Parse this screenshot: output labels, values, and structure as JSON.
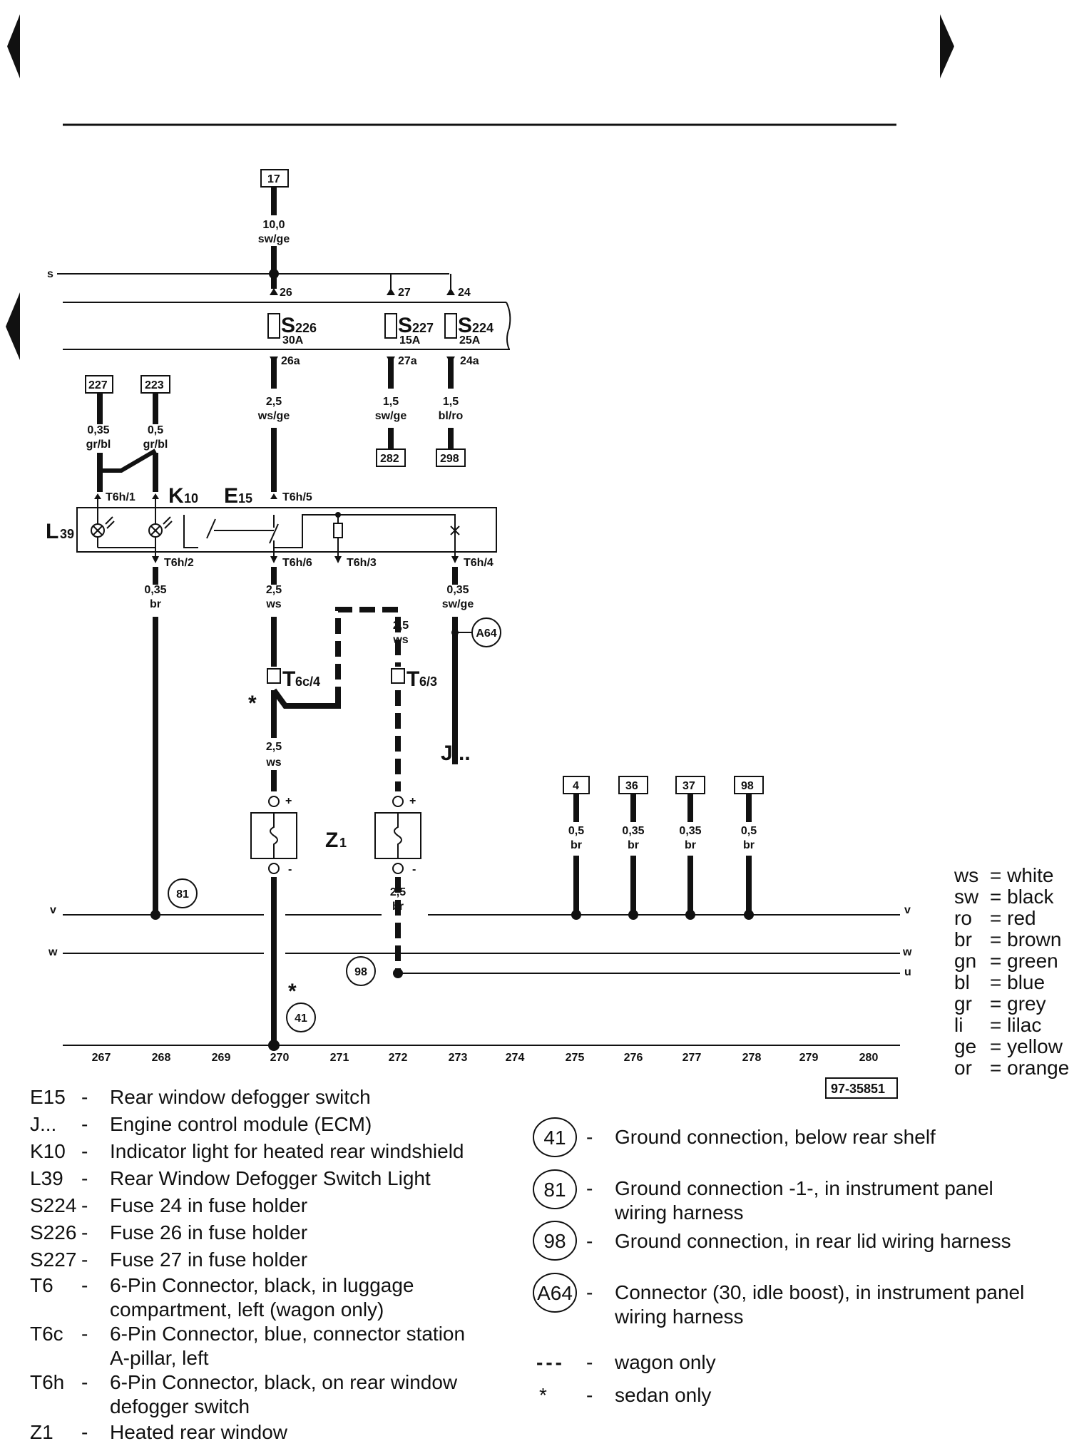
{
  "diagram_id": "97-35851",
  "bus_labels": {
    "s": "s",
    "v": "v",
    "w": "w",
    "u": "u"
  },
  "fuses": [
    {
      "id": "S",
      "sub": "226",
      "rating": "30A",
      "in": "26",
      "out": "26a"
    },
    {
      "id": "S",
      "sub": "227",
      "rating": "15A",
      "in": "27",
      "out": "27a"
    },
    {
      "id": "S",
      "sub": "224",
      "rating": "25A",
      "in": "24",
      "out": "24a"
    }
  ],
  "ref_boxes": {
    "top": "17",
    "left1": "227",
    "left2": "223",
    "bottom1": "282",
    "bottom2": "298",
    "r1": "4",
    "r2": "36",
    "r3": "37",
    "r4": "98"
  },
  "wires": {
    "top": [
      "10,0",
      "sw/ge"
    ],
    "w227": [
      "0,35",
      "gr/bl"
    ],
    "w223": [
      "0,5",
      "gr/bl"
    ],
    "main": [
      "2,5",
      "ws/ge"
    ],
    "s227": [
      "1,5",
      "sw/ge"
    ],
    "s224": [
      "1,5",
      "bl/ro"
    ],
    "t6h2": [
      "0,35",
      "br"
    ],
    "t6h6": [
      "2,5",
      "ws"
    ],
    "t6h4": [
      "0,35",
      "sw/ge"
    ],
    "wagon": [
      "2,5",
      "ws"
    ],
    "sedan": [
      "2,5",
      "ws"
    ],
    "z1gnd": [
      "2,5",
      "br"
    ],
    "r1": [
      "0,5",
      "br"
    ],
    "r2": [
      "0,35",
      "br"
    ],
    "r3": [
      "0,35",
      "br"
    ],
    "r4": [
      "0,5",
      "br"
    ]
  },
  "component_labels": {
    "K10": "K",
    "K10_sub": "10",
    "E15": "E",
    "E15_sub": "15",
    "L39": "L",
    "L39_sub": "39",
    "Z1": "Z",
    "Z1_sub": "1",
    "T6c": "T",
    "T6c_sub": "6c/4",
    "T6": "T",
    "T6_sub": "6/3",
    "J": "J..."
  },
  "pins": {
    "t6h1": "T6h/1",
    "t6h5": "T6h/5",
    "t6h2": "T6h/2",
    "t6h6": "T6h/6",
    "t6h3": "T6h/3",
    "t6h4": "T6h/4"
  },
  "grounds": {
    "g81": "81",
    "g41": "41",
    "g98": "98",
    "a64": "A64"
  },
  "marks": {
    "star": "*",
    "plus": "+",
    "minus": "-"
  },
  "coordinates": [
    "267",
    "268",
    "269",
    "270",
    "271",
    "272",
    "273",
    "274",
    "275",
    "276",
    "277",
    "278",
    "279",
    "280"
  ],
  "color_codes": [
    {
      "code": "ws",
      "name": "white"
    },
    {
      "code": "sw",
      "name": "black"
    },
    {
      "code": "ro",
      "name": "red"
    },
    {
      "code": "br",
      "name": "brown"
    },
    {
      "code": "gn",
      "name": "green"
    },
    {
      "code": "bl",
      "name": "blue"
    },
    {
      "code": "gr",
      "name": "grey"
    },
    {
      "code": "li",
      "name": "lilac"
    },
    {
      "code": "ge",
      "name": "yellow"
    },
    {
      "code": "or",
      "name": "orange"
    }
  ],
  "components_legend": [
    {
      "code": "E15",
      "text": "Rear window defogger switch"
    },
    {
      "code": "J...",
      "text": "Engine control module (ECM)"
    },
    {
      "code": "K10",
      "text": "Indicator light for heated rear windshield"
    },
    {
      "code": "L39",
      "text": "Rear Window Defogger Switch Light"
    },
    {
      "code": "S224",
      "text": "Fuse 24 in fuse holder"
    },
    {
      "code": "S226",
      "text": "Fuse 26 in fuse holder"
    },
    {
      "code": "S227",
      "text": "Fuse 27 in fuse holder"
    },
    {
      "code": "T6",
      "text": "6-Pin Connector, black, in luggage",
      "text2": "compartment, left (wagon only)"
    },
    {
      "code": "T6c",
      "text": "6-Pin Connector, blue, connector station",
      "text2": "A-pillar, left"
    },
    {
      "code": "T6h",
      "text": "6-Pin Connector, black, on rear window",
      "text2": "defogger switch"
    },
    {
      "code": "Z1",
      "text": "Heated rear window"
    }
  ],
  "grounds_legend": [
    {
      "code": "41",
      "text": "Ground connection, below rear shelf"
    },
    {
      "code": "81",
      "text": "Ground connection -1-, in instrument panel",
      "text2": "wiring harness"
    },
    {
      "code": "98",
      "text": "Ground connection, in rear lid wiring harness"
    },
    {
      "code": "A64",
      "text": "Connector (30, idle boost), in instrument panel",
      "text2": "wiring harness"
    }
  ],
  "line_legend": [
    {
      "symbol": "---",
      "text": "wagon only"
    },
    {
      "symbol": "*",
      "text": "sedan only"
    }
  ],
  "dash": "-"
}
